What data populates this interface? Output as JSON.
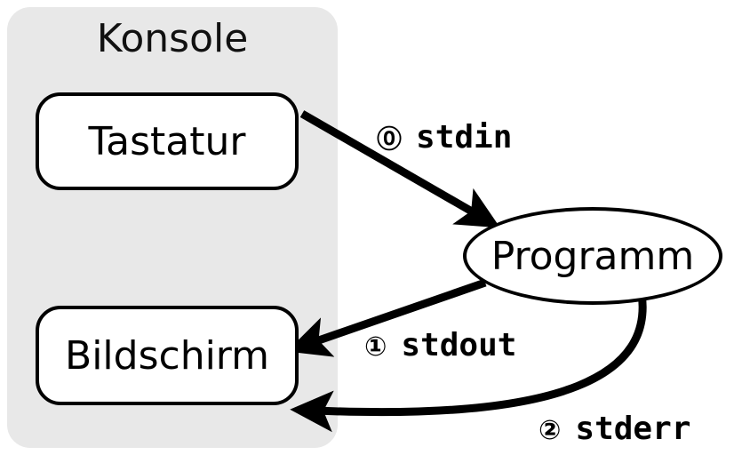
{
  "diagram": {
    "title": "Konsole",
    "nodes": {
      "keyboard": "Tastatur",
      "screen": "Bildschirm",
      "program": "Programm"
    },
    "edges": [
      {
        "id": "stdin",
        "marker": "⓪",
        "label": "stdin",
        "from": "Tastatur",
        "to": "Programm"
      },
      {
        "id": "stdout",
        "marker": "①",
        "label": "stdout",
        "from": "Programm",
        "to": "Bildschirm"
      },
      {
        "id": "stderr",
        "marker": "②",
        "label": "stderr",
        "from": "Programm",
        "to": "Bildschirm"
      }
    ],
    "colors": {
      "panel": "#e8e8e8",
      "stroke": "#000000",
      "background": "#ffffff"
    }
  }
}
